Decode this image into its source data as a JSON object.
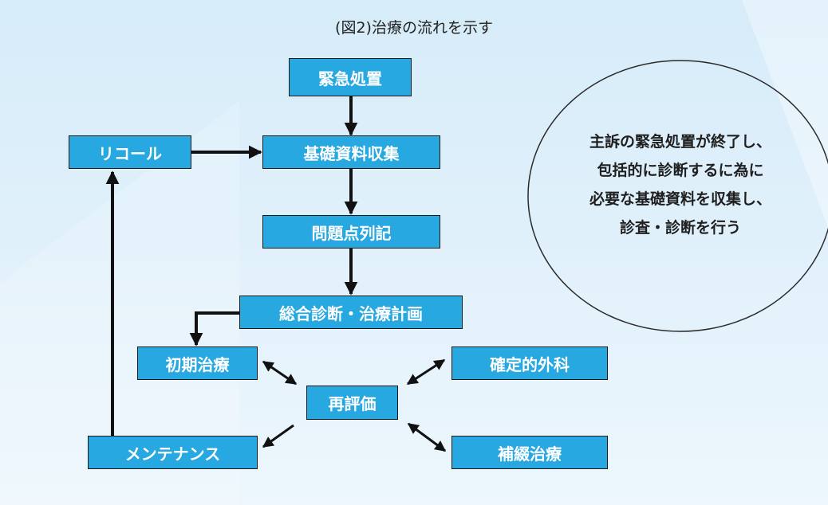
{
  "title": "(図2)治療の流れを示す",
  "nodes": {
    "emergency": "緊急処置",
    "recall": "リコール",
    "data_collection": "基礎資料収集",
    "problem_list": "問題点列記",
    "diagnosis_plan": "総合診断・治療計画",
    "initial_therapy": "初期治療",
    "definitive_surgery": "確定的外科",
    "reevaluation": "再評価",
    "maintenance": "メンテナンス",
    "prosthetic": "補綴治療"
  },
  "note": {
    "lines": [
      "主訴の緊急処置が終了し、",
      "包括的に診断するに為に",
      "必要な基礎資料を収集し、",
      "診査・診断を行う"
    ]
  },
  "colors": {
    "node_fill": "#27a8e0",
    "node_border": "#1a1a1a",
    "node_text": "#ffffff",
    "arrow": "#111111"
  },
  "edges": [
    {
      "from": "emergency",
      "to": "data_collection",
      "type": "one-way"
    },
    {
      "from": "recall",
      "to": "data_collection",
      "type": "one-way"
    },
    {
      "from": "data_collection",
      "to": "problem_list",
      "type": "one-way"
    },
    {
      "from": "problem_list",
      "to": "diagnosis_plan",
      "type": "one-way"
    },
    {
      "from": "diagnosis_plan",
      "to": "initial_therapy",
      "type": "one-way"
    },
    {
      "from": "initial_therapy",
      "to": "reevaluation",
      "type": "two-way"
    },
    {
      "from": "definitive_surgery",
      "to": "reevaluation",
      "type": "two-way"
    },
    {
      "from": "prosthetic",
      "to": "reevaluation",
      "type": "two-way"
    },
    {
      "from": "reevaluation",
      "to": "maintenance",
      "type": "one-way"
    },
    {
      "from": "maintenance",
      "to": "recall",
      "type": "one-way"
    }
  ]
}
